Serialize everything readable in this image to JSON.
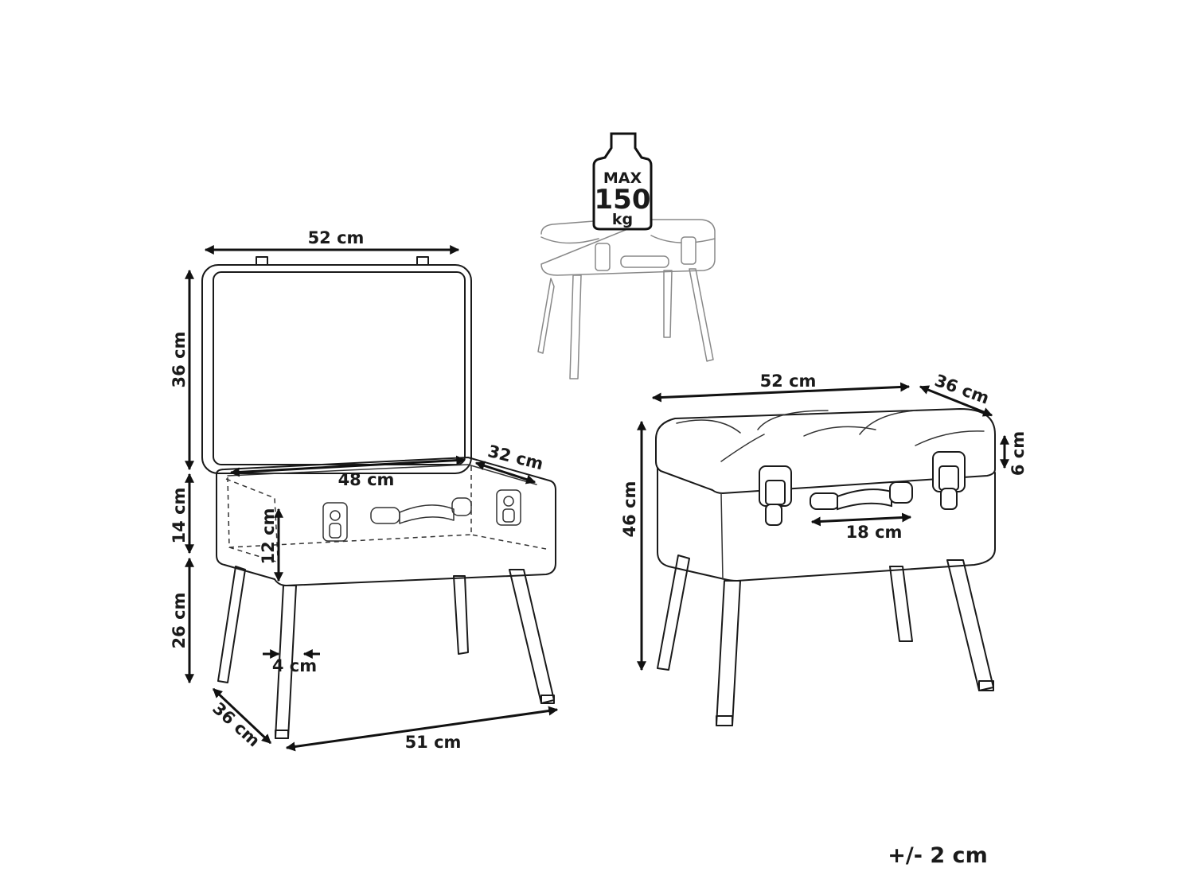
{
  "labels": {
    "open_top_width": "52 cm",
    "lid_height": "36 cm",
    "inner_width": "48 cm",
    "inner_depth": "32 cm",
    "box_height": "14 cm",
    "inner_height": "12 cm",
    "leg_height": "26 cm",
    "leg_thickness": "4 cm",
    "open_depth": "36 cm",
    "base_width": "51 cm",
    "closed_width": "52 cm",
    "closed_depth": "36 cm",
    "total_height": "46 cm",
    "cushion_height": "6 cm",
    "handle_width": "18 cm"
  },
  "weight": {
    "line1": "MAX",
    "line2": "150",
    "line3": "kg"
  },
  "tolerance": "+/- 2 cm"
}
